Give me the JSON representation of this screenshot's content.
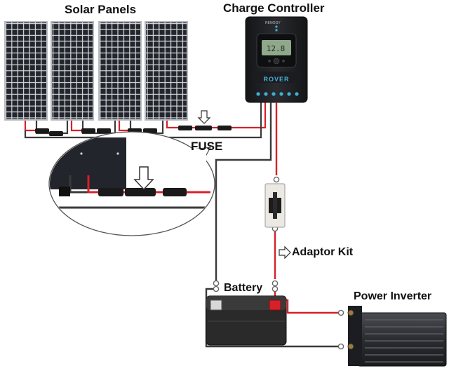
{
  "labels": {
    "solar_panels": "Solar Panels",
    "charge_controller": "Charge Controller",
    "fuse": "FUSE",
    "adaptor_kit": "Adaptor Kit",
    "battery": "Battery",
    "power_inverter": "Power Inverter"
  },
  "controller": {
    "brand": "RENOGY",
    "model": "ROVER",
    "display_value": "12.8"
  },
  "colors": {
    "positive_wire": "#d8202a",
    "negative_wire": "#3a3a3a",
    "panel_cell": "#23262c",
    "panel_frame": "#b8bcc2",
    "controller_body": "#1e1f22",
    "controller_led": "#3fb0d6",
    "battery_body": "#2a2a2a",
    "battery_positive": "#d8202a",
    "inverter_body": "#303236"
  }
}
